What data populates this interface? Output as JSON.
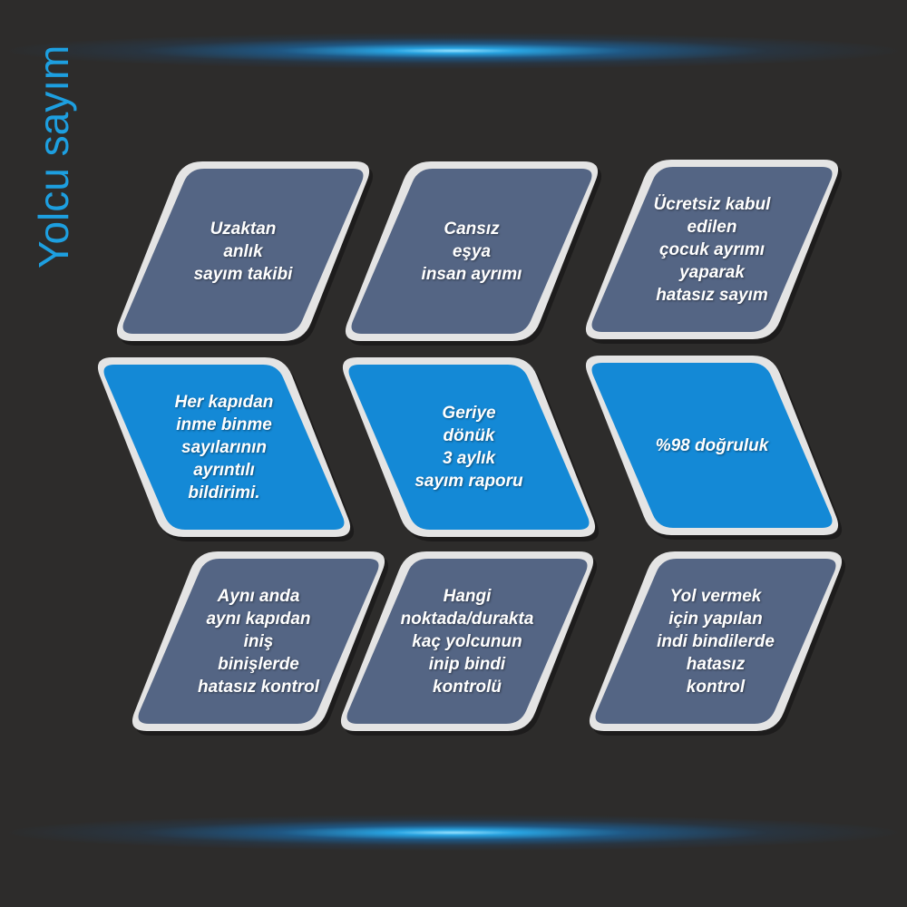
{
  "side_title": "Yolcu sayım",
  "colors": {
    "background": "#2d2c2b",
    "accent": "#1d9fe0",
    "card_dark": "#546584",
    "card_bright": "#1489d6",
    "card_border": "#e4e4e4"
  },
  "cards": [
    {
      "lines": [
        "Uzaktan",
        "anlık",
        "sayım takibi"
      ],
      "style": "dark"
    },
    {
      "lines": [
        "Cansız",
        "eşya",
        "insan ayrımı"
      ],
      "style": "dark"
    },
    {
      "lines": [
        "Ücretsiz kabul",
        "edilen",
        "çocuk ayrımı",
        "yaparak",
        "hatasız sayım"
      ],
      "style": "dark"
    },
    {
      "lines": [
        "Her kapıdan",
        "inme binme",
        "sayılarının",
        "ayrıntılı",
        "bildirimi."
      ],
      "style": "bright"
    },
    {
      "lines": [
        "Geriye",
        "dönük",
        "3 aylık",
        "sayım raporu"
      ],
      "style": "bright"
    },
    {
      "lines": [
        "%98 doğruluk"
      ],
      "style": "bright"
    },
    {
      "lines": [
        "Aynı anda",
        "aynı kapıdan",
        "iniş",
        "binişlerde",
        "hatasız kontrol"
      ],
      "style": "dark"
    },
    {
      "lines": [
        "Hangi",
        "noktada/durakta",
        "kaç yolcunun",
        "inip bindi",
        "kontrolü"
      ],
      "style": "dark"
    },
    {
      "lines": [
        "Yol vermek",
        "için yapılan",
        "indi bindilerde",
        "hatasız",
        "kontrol"
      ],
      "style": "dark"
    }
  ]
}
